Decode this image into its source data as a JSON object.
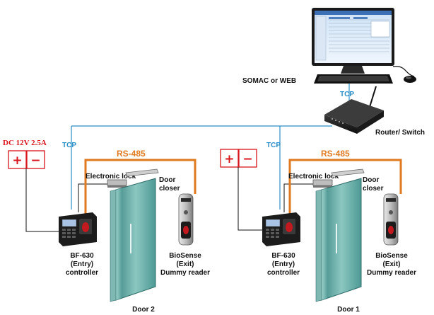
{
  "top": {
    "computer_label": "SOMAC or WEB",
    "tcp_top": "TCP",
    "router_label": "Router/ Switch"
  },
  "left_module": {
    "psu_label": "DC 12V 2.5A",
    "plus": "+",
    "minus": "−",
    "tcp": "TCP",
    "rs485": "RS-485",
    "lock": "Electronic lock",
    "closer": [
      "Door",
      "closer"
    ],
    "controller": [
      "BF-630",
      "(Entry)",
      "controller"
    ],
    "reader": [
      "BioSense",
      "(Exit)",
      "Dummy reader"
    ],
    "door": "Door 2"
  },
  "right_module": {
    "plus": "+",
    "minus": "−",
    "tcp": "TCP",
    "rs485": "RS-485",
    "lock": "Electronic lock",
    "closer": [
      "Door",
      "closer"
    ],
    "controller": [
      "BF-630",
      "(Entry)",
      "controller"
    ],
    "reader": [
      "BioSense",
      "(Exit)",
      "Dummy reader"
    ],
    "door": "Door 1"
  },
  "colors": {
    "tcp_line": "#2a8fc6",
    "rs485_line": "#e07a1f",
    "power_line": "#111111",
    "psu_red": "#d8141c",
    "door_glass": "#5fa5a0"
  },
  "icons": [
    "computer-icon",
    "keyboard-icon",
    "mouse-icon",
    "router-icon",
    "controller-icon",
    "reader-icon",
    "door-icon",
    "electronic-lock-icon",
    "door-closer-icon"
  ]
}
